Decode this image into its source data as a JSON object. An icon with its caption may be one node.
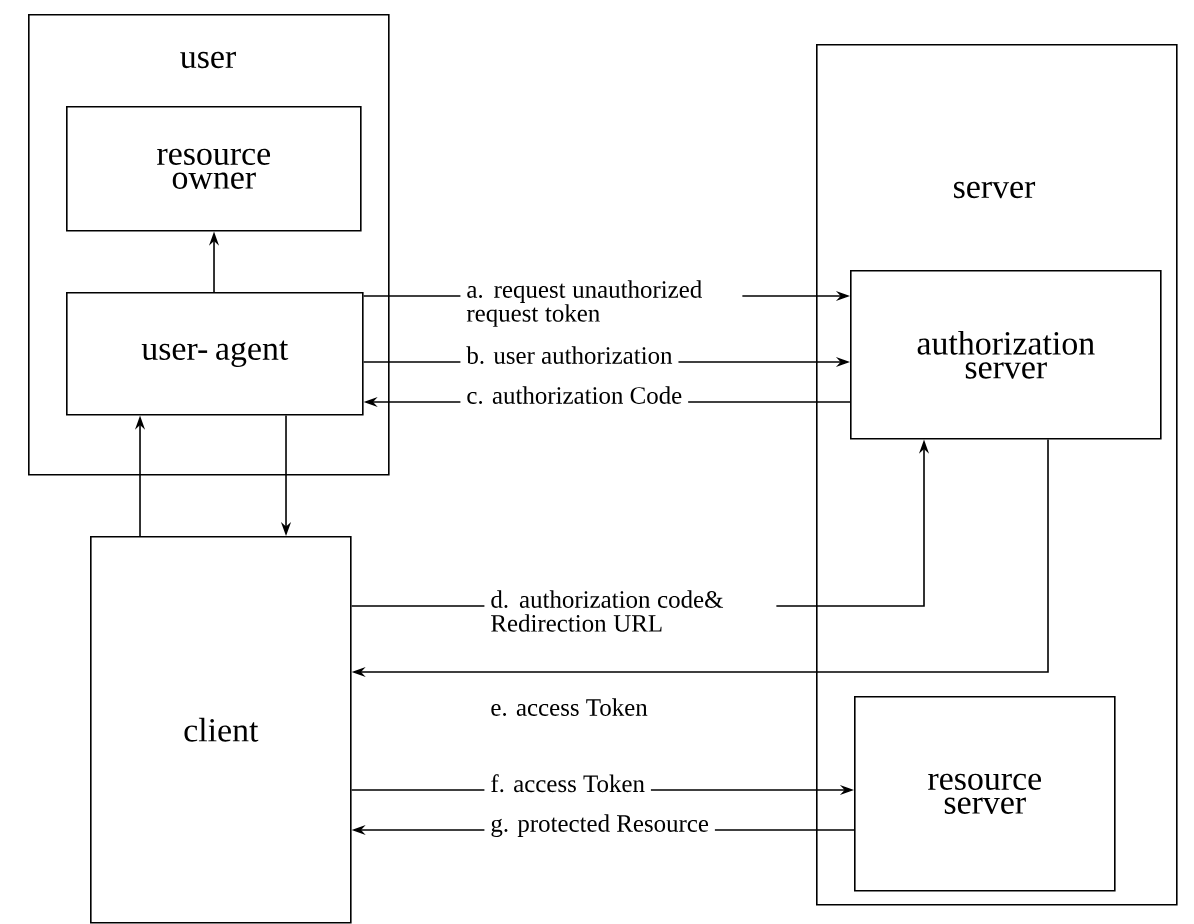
{
  "diagram": {
    "nodes": [
      {
        "text": [
          "user"
        ]
      },
      {
        "text": [
          "resource owner"
        ],
        "in": 0
      },
      {
        "text": [
          "user- agent"
        ],
        "in": 0
      },
      {
        "text": [
          "client"
        ]
      },
      {
        "text": [
          "server"
        ]
      },
      {
        "text": [
          "authorization server"
        ],
        "in": 4
      },
      {
        "text": [
          "resource server"
        ],
        "in": 4
      }
    ],
    "edges": [
      {
        "from": 2,
        "to": 1,
        "arrow": "to"
      },
      {
        "from": 3,
        "to": 2,
        "arrow": "to"
      },
      {
        "from": 2,
        "to": 3,
        "arrow": "to"
      },
      {
        "from": 2,
        "to": 5,
        "arrow": "to",
        "label": "a. request unauthorized request token"
      },
      {
        "from": 2,
        "to": 5,
        "arrow": "to",
        "label": "b. user authorization"
      },
      {
        "from": 5,
        "to": 2,
        "arrow": "to",
        "label": "c. authorization Code"
      },
      {
        "from": 3,
        "to": 5,
        "arrow": "to",
        "label": "d. authorization code& Redirection URL"
      },
      {
        "from": 5,
        "to": 3,
        "arrow": "to",
        "label": "e. access Token"
      },
      {
        "from": 3,
        "to": 6,
        "arrow": "to",
        "label": "f. access Token"
      },
      {
        "from": 6,
        "to": 3,
        "arrow": "to",
        "label": "g. protected Resource"
      }
    ]
  }
}
